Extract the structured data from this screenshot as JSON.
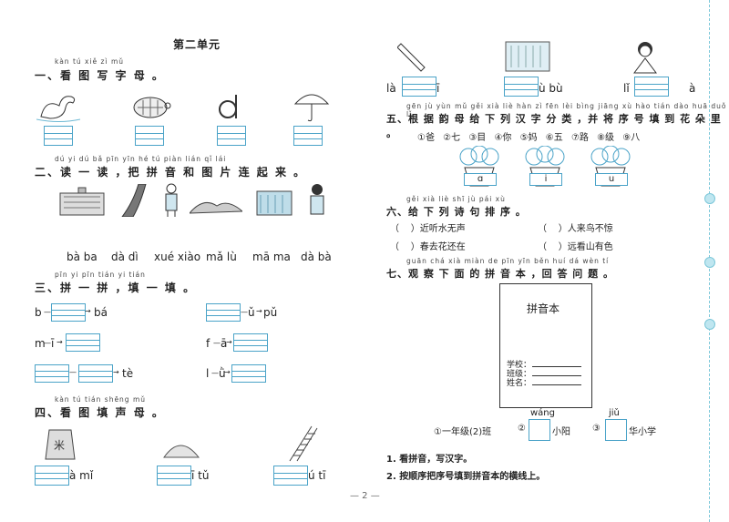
{
  "left": {
    "unit_title": "第二单元",
    "s1": {
      "pinyin": "kàn tú xiě zì mǔ",
      "title": "一、看 图 写 字 母 。"
    },
    "s2": {
      "pinyin": "dú yi dú   bǎ pīn yīn hé tú piàn lián qǐ lái",
      "title": "二、读 一 读 ，把 拼 音 和 图 片 连 起 来 。",
      "words": [
        "bà ba",
        "dà dì",
        "xué xiào",
        "mǎ lù",
        "mā ma",
        "dà bà"
      ]
    },
    "s3": {
      "pinyin": "pīn yi pīn   tián yi tián",
      "title": "三、拼 一 拼 ，填 一 填 。",
      "r1a_pre": "b",
      "r1a_post": "bá",
      "r1b_post": "ǔ",
      "r1b_end": "pǔ",
      "r2a_pre": "m",
      "r2a_mid": "ī",
      "r2b_pre": "f",
      "r2b_mid": "ā",
      "r3a_end": "tè",
      "r3b_pre": "l",
      "r3b_mid": "ǜ"
    },
    "s4": {
      "pinyin": "kàn tú tián shēng mǔ",
      "title": "四、看 图 填  声  母 。",
      "b1": "à mǐ",
      "b2": "ī tǔ",
      "b3": "ú tī",
      "rice_char": "米"
    }
  },
  "right": {
    "top_labels": {
      "a1": "là",
      "a2": "ī",
      "b1": "ù bù",
      "c1": "lǐ",
      "c2": "à"
    },
    "s5": {
      "pinyin": "gēn jù yùn mǔ gěi xià liè hàn zì fēn lèi   bìng jiāng xù hào tián dào huā duǒ lǐ",
      "title": "五、根 据 韵 母 给 下 列 汉 字 分 类 ，并  将  序 号 填  到  花 朵 里 。",
      "items": [
        "①爸",
        "②七",
        "③目",
        "④你",
        "⑤妈",
        "⑥五",
        "⑦路",
        "⑧级",
        "⑨八"
      ],
      "baskets": [
        "ɑ",
        "i",
        "u"
      ]
    },
    "s6": {
      "pinyin": "gěi xià liè shī jù pái xù",
      "title": "六、给 下 列 诗 句 排 序 。",
      "lines": [
        [
          "（",
          "）近听水无声"
        ],
        [
          "（",
          "）人来鸟不惊"
        ],
        [
          "（",
          "）春去花还在"
        ],
        [
          "（",
          "）远看山有色"
        ]
      ]
    },
    "s7": {
      "pinyin": "guān chá xià miàn de pīn yīn běn   huí dá wèn tí",
      "title": "七、观 察 下 面 的 拼 音 本 ，回 答 问 题 。",
      "book_title": "拼音本",
      "field1": "学校：",
      "field2": "班级：",
      "field3": "姓名：",
      "opt1": "①一年级(2)班",
      "opt2_num": "②",
      "opt2_py": "wáng",
      "opt2_text": "小阳",
      "opt3_num": "③",
      "opt3_py": "jiǔ",
      "opt3_text": "华小学",
      "q1": "1. 看拼音，写汉字。",
      "q2": "2. 按顺序把序号填到拼音本的横线上。"
    }
  },
  "page_number": "— 2 —",
  "colors": {
    "grid": "#4aa3c8",
    "rail": "#7cc7d9"
  }
}
